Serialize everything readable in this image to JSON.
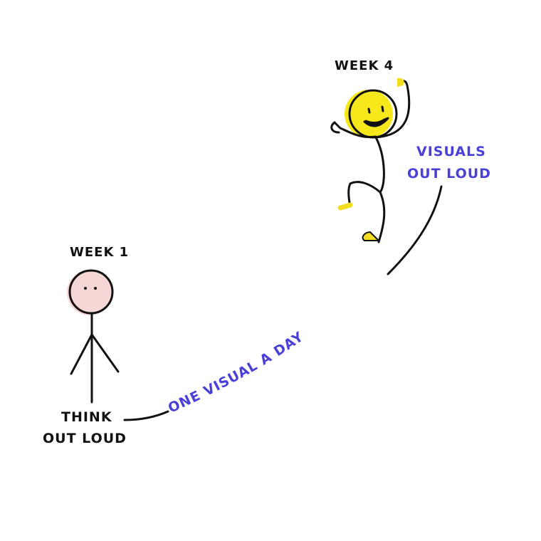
{
  "labels": {
    "week1": "WEEK 1",
    "week4": "WEEK 4",
    "think_line1": "THINK",
    "think_line2": "OUT LOUD",
    "visuals_line1": "VISUALS",
    "visuals_line2": "OUT LOUD"
  },
  "path_text": "ONE VISUAL A DAY",
  "colors": {
    "ink": "#111111",
    "accent_blue": "#4a3fd6",
    "face_pink": "#f7d6d6",
    "face_yellow": "#f7e81c",
    "shoe_yellow": "#f2dd1e"
  }
}
